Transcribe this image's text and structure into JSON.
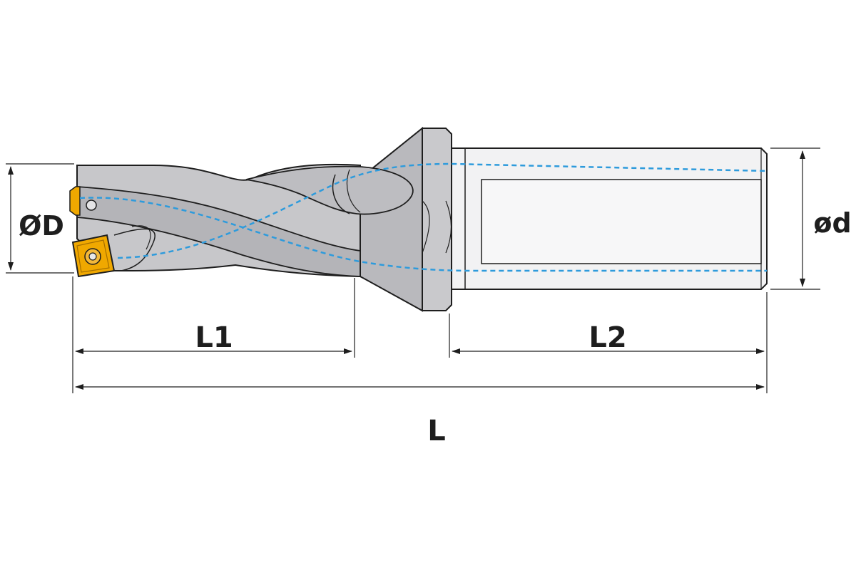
{
  "labels": {
    "diameter_D": "ØD",
    "diameter_d": "ød",
    "length_L1": "L1",
    "length_L2": "L2",
    "length_L": "L"
  },
  "colors": {
    "line": "#1e1e1e",
    "body_fill": "#c7c7ca",
    "body_shade": "#a9a9ad",
    "shank_fill": "#f2f2f3",
    "coolant": "#2e9bdc",
    "insert": "#f0a800",
    "insert_dark": "#a66f00"
  }
}
